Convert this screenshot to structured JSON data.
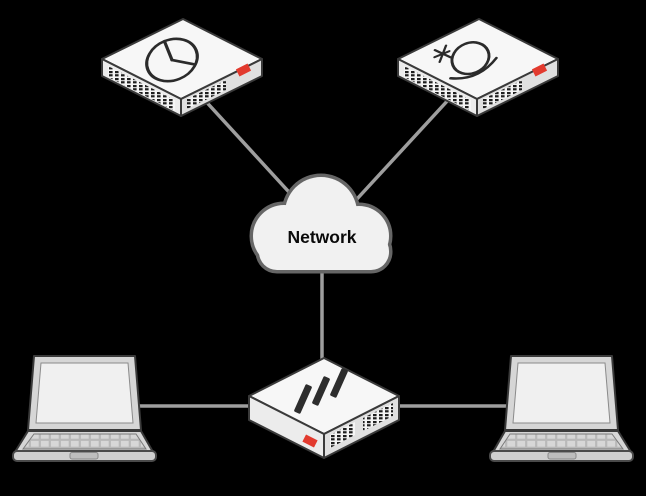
{
  "diagram": {
    "type": "network-topology",
    "background_color": "#000000",
    "cloud": {
      "label": "Network"
    },
    "nodes": [
      {
        "id": "appliance-top-left",
        "kind": "rack-appliance",
        "icon": "pie-chart-icon",
        "position": "top-left"
      },
      {
        "id": "appliance-top-right",
        "kind": "rack-appliance",
        "icon": "threat-bomb-icon",
        "position": "top-right"
      },
      {
        "id": "network-cloud",
        "kind": "cloud",
        "label": "Network",
        "position": "center"
      },
      {
        "id": "firewall",
        "kind": "firewall-appliance",
        "icon": "slash-vents-icon",
        "position": "bottom-center"
      },
      {
        "id": "laptop-left",
        "kind": "laptop",
        "position": "bottom-left"
      },
      {
        "id": "laptop-right",
        "kind": "laptop",
        "position": "bottom-right"
      }
    ],
    "edges": [
      {
        "from": "appliance-top-left",
        "to": "network-cloud"
      },
      {
        "from": "appliance-top-right",
        "to": "network-cloud"
      },
      {
        "from": "network-cloud",
        "to": "firewall"
      },
      {
        "from": "laptop-left",
        "to": "firewall"
      },
      {
        "from": "laptop-right",
        "to": "firewall"
      }
    ],
    "colors": {
      "edge": "#9e9e9e",
      "device_fill": "#f7f7f7",
      "device_side": "#e3e3e3",
      "device_outline": "#3a3a3a",
      "brand_badge": "#e23a2e",
      "port_dots": "#1f1f1f",
      "cloud_fill": "#f1f1f1",
      "cloud_stroke": "#666666",
      "label_text": "#0a0a0a"
    }
  }
}
